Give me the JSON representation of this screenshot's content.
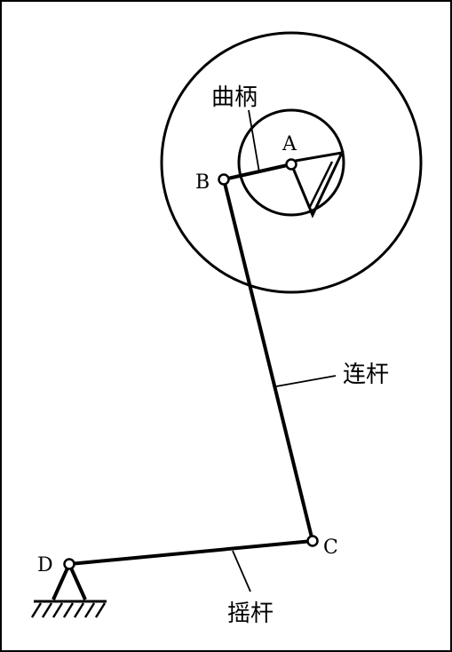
{
  "points": {
    "a": "A",
    "b": "B",
    "c": "C",
    "d": "D"
  },
  "links": {
    "crank": "曲柄",
    "coupler": "连杆",
    "rocker": "摇杆"
  }
}
